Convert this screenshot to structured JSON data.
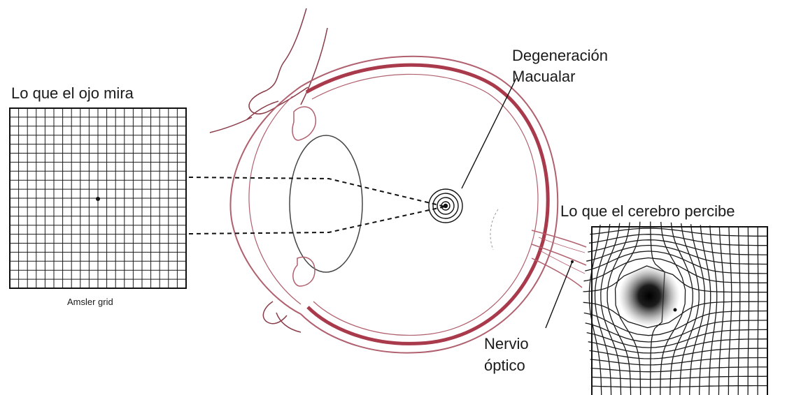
{
  "labels": {
    "seen_title": "Lo que el ojo mira",
    "grid_caption": "Amsler grid",
    "macula_line1": "Degeneración",
    "macula_line2": "Macualar",
    "brain_title": "Lo que el cerebro percibe",
    "nerve_line1": "Nervio",
    "nerve_line2": "óptico"
  },
  "colors": {
    "eye_outline": "#b0606e",
    "sclera_band": "#a93a4c",
    "ink": "#1a1a1a",
    "background": "#ffffff"
  }
}
